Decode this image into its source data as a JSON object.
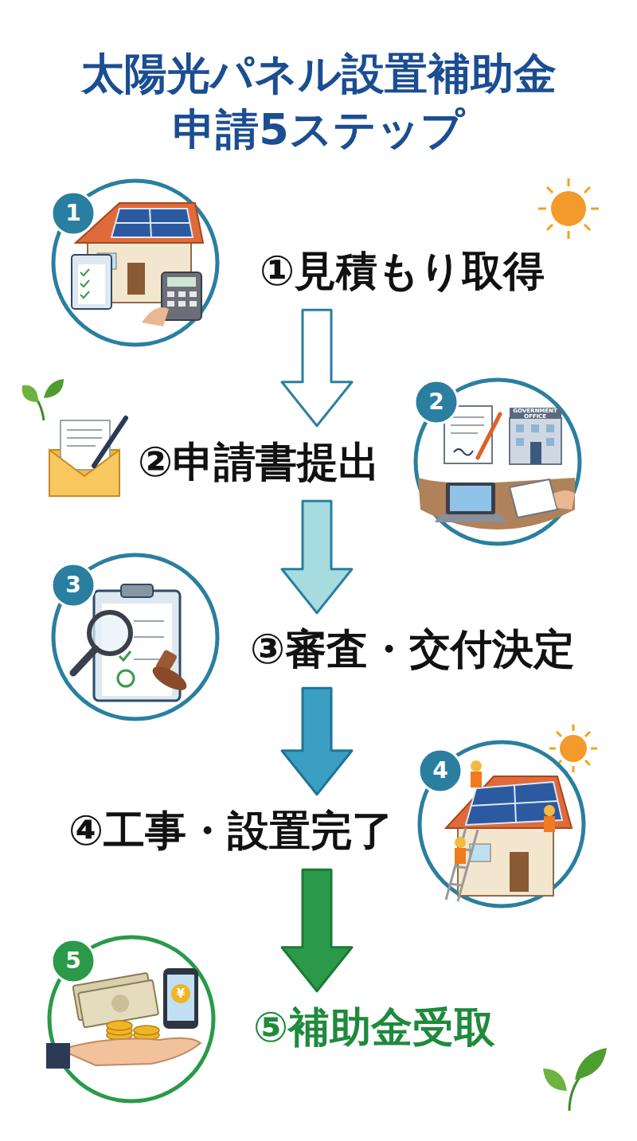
{
  "diagram": {
    "title": "太陽光パネル設置補助金 申請5ステップ",
    "nodes": [
      {
        "text": [
          "①見積もり取得"
        ]
      },
      {
        "text": [
          "②申請書提出"
        ]
      },
      {
        "text": [
          "③審査・交付決定"
        ]
      },
      {
        "text": [
          "④工事・設置完了"
        ]
      },
      {
        "text": [
          "⑤補助金受取"
        ]
      }
    ],
    "edges": [
      {
        "from": 0,
        "to": 1,
        "arrow": "to"
      },
      {
        "from": 1,
        "to": 2,
        "arrow": "to"
      },
      {
        "from": 2,
        "to": 3,
        "arrow": "to"
      },
      {
        "from": 3,
        "to": 4,
        "arrow": "to"
      }
    ],
    "labels": [
      "1",
      "GOVERNMENT OFFICE",
      "2",
      "3",
      "4",
      "5",
      "¥"
    ]
  }
}
